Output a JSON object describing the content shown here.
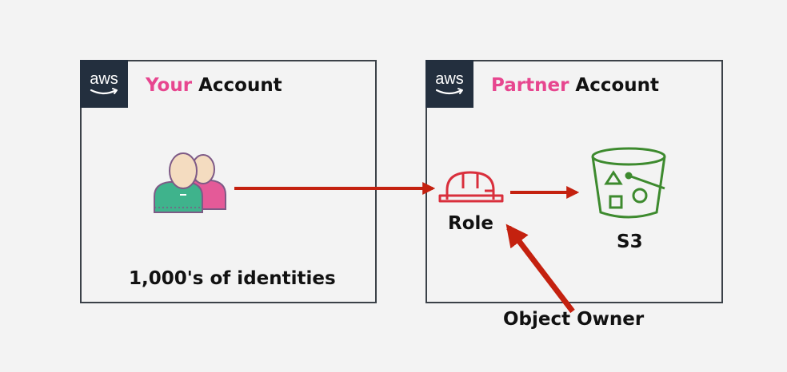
{
  "your_account": {
    "logo_text": "aws",
    "title_accent": "Your",
    "title_rest": " Account",
    "caption": "1,000's of identities"
  },
  "partner_account": {
    "logo_text": "aws",
    "title_accent": "Partner",
    "title_rest": " Account",
    "role_label": "Role",
    "s3_label": "S3"
  },
  "object_owner_label": "Object Owner",
  "colors": {
    "accent_pink": "#e7468f",
    "arrow_red": "#c4210f",
    "role_red": "#d92f3c",
    "s3_green": "#3d8a2e",
    "aws_navy": "#232f3e",
    "border": "#3b4148"
  },
  "icons": [
    "aws-logo-icon",
    "users-icon",
    "role-helmet-icon",
    "s3-bucket-icon"
  ]
}
